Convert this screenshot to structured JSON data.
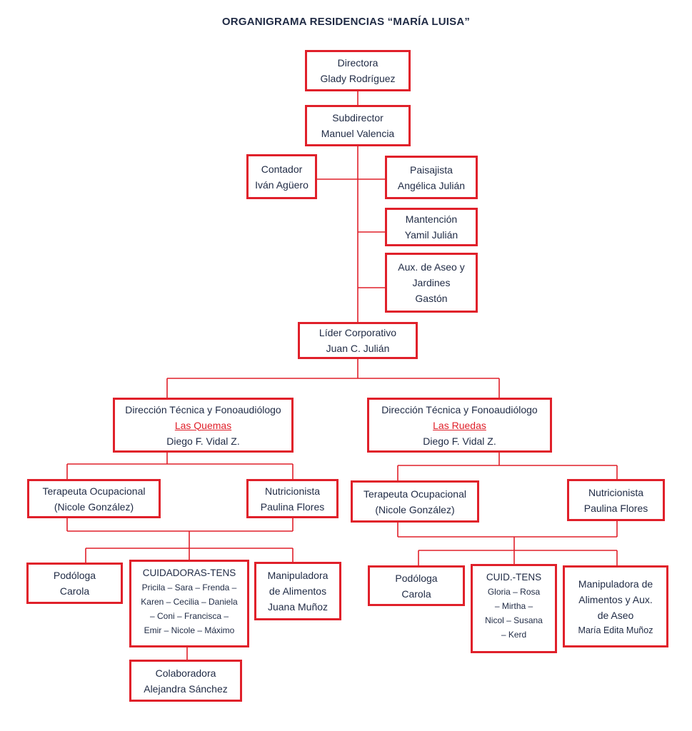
{
  "title": "ORGANIGRAMA RESIDENCIAS “MARÍA LUISA”",
  "colors": {
    "box_border": "#e0202a",
    "connector": "#e0202a",
    "text": "#1f2a44",
    "highlight": "#e0202a"
  },
  "nodes": {
    "directora": {
      "role": "Directora",
      "name": "Glady Rodríguez"
    },
    "subdirector": {
      "role": "Subdirector",
      "name": "Manuel Valencia"
    },
    "contador": {
      "role": "Contador",
      "name": "Iván Agüero"
    },
    "paisajista": {
      "role": "Paisajista",
      "name": "Angélica Julián"
    },
    "mantencion": {
      "role": "Mantención",
      "name": "Yamil Julián"
    },
    "aux_aseo": {
      "role_line1": "Aux. de Aseo y",
      "role_line2": "Jardines",
      "name": "Gastón"
    },
    "lider": {
      "role": "Líder Corporativo",
      "name": "Juan C. Julián"
    },
    "dt_quemas": {
      "role": "Dirección Técnica y Fonoaudiólogo",
      "site": "Las Quemas",
      "name": "Diego F. Vidal Z."
    },
    "dt_ruedas": {
      "role": "Dirección Técnica y Fonoaudiólogo",
      "site": "Las Ruedas",
      "name": "Diego F. Vidal Z."
    },
    "to_left": {
      "role": "Terapeuta Ocupacional",
      "name": "(Nicole González)"
    },
    "nutri_left": {
      "role": "Nutricionista",
      "name": "Paulina Flores"
    },
    "to_right": {
      "role": "Terapeuta Ocupacional",
      "name": "(Nicole González)"
    },
    "nutri_right": {
      "role": "Nutricionista",
      "name": "Paulina Flores"
    },
    "podo_left": {
      "role": "Podóloga",
      "name": "Carola"
    },
    "tens_left": {
      "head": "CUIDADORAS-TENS",
      "line1": "Pricila – Sara – Frenda –",
      "line2": "Karen – Cecilia – Daniela",
      "line3": "– Coni – Francisca –",
      "line4": "Emir – Nicole – Máximo"
    },
    "manip_left": {
      "role_line1": "Manipuladora",
      "role_line2": "de Alimentos",
      "name": "Juana Muñoz"
    },
    "colab": {
      "role": "Colaboradora",
      "name": "Alejandra Sánchez"
    },
    "podo_right": {
      "role": "Podóloga",
      "name": "Carola"
    },
    "tens_right": {
      "head": "CUID.-TENS",
      "line1": "Gloria – Rosa",
      "line2": "– Mirtha –",
      "line3": "Nicol – Susana",
      "line4": "– Kerd"
    },
    "manip_right": {
      "role_line1": "Manipuladora  de",
      "role_line2": "Alimentos y Aux.",
      "role_line3": "de Aseo",
      "name": "María Edita Muñoz"
    }
  }
}
